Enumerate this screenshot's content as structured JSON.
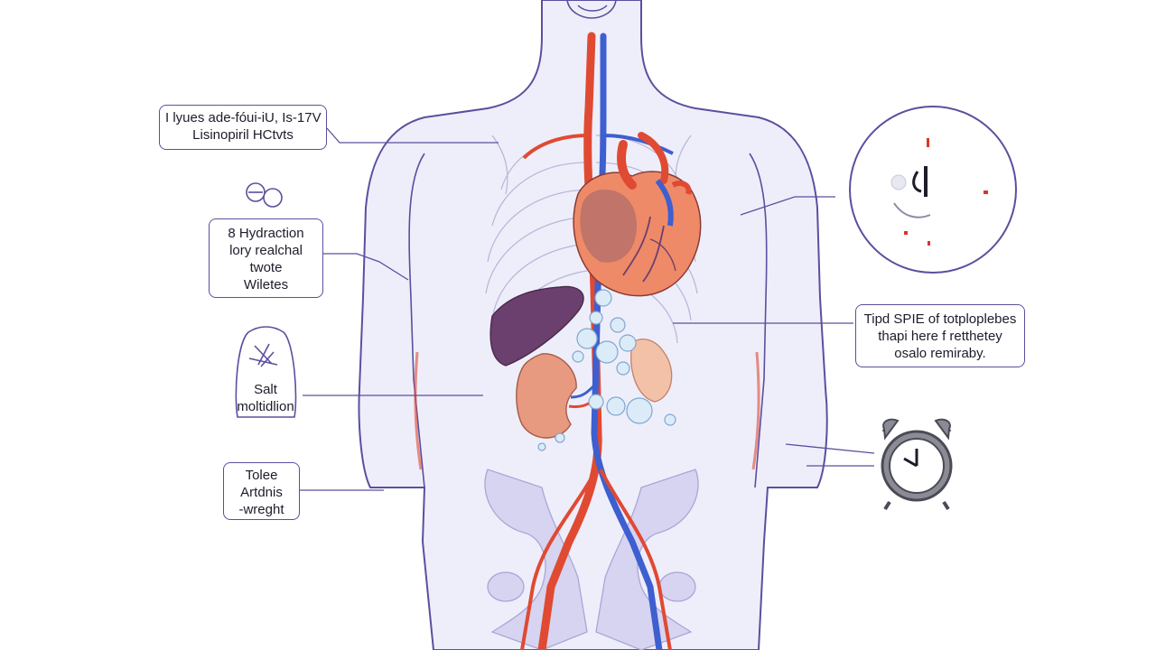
{
  "callouts": {
    "medication": {
      "line1": "I lyues ade-fóui-iU, Is-17V",
      "line2": "Lisinopiril HCtvts"
    },
    "hydration": {
      "line1": "8 Hydraction",
      "line2": "lory realchal",
      "line3": "twote",
      "line4": "Wiletes"
    },
    "salt": {
      "line1": "Salt",
      "line2": "moltidlion"
    },
    "weight": {
      "line1": "Tolee",
      "line2": "Artdnis",
      "line3": "-wreght"
    },
    "tip": {
      "line1": "Tipd SPIE of totploplebes",
      "line2": "thapi here f retthetey",
      "line3": "osalo remiraby."
    }
  },
  "icons": {
    "pills": "pills-icon",
    "sodium": "sodium-shaker-icon",
    "medication_clock": "medication-clock-icon",
    "alarm": "alarm-clock-icon"
  },
  "colors": {
    "outline": "#5b4f9e",
    "artery": "#e04a32",
    "vein": "#3e5fd0",
    "heart": "#ee8a68",
    "kidney": "#e89a80",
    "liver": "#6b3f6e",
    "body_fill": "#eeeefb",
    "clock_marks": "#d9362a"
  }
}
